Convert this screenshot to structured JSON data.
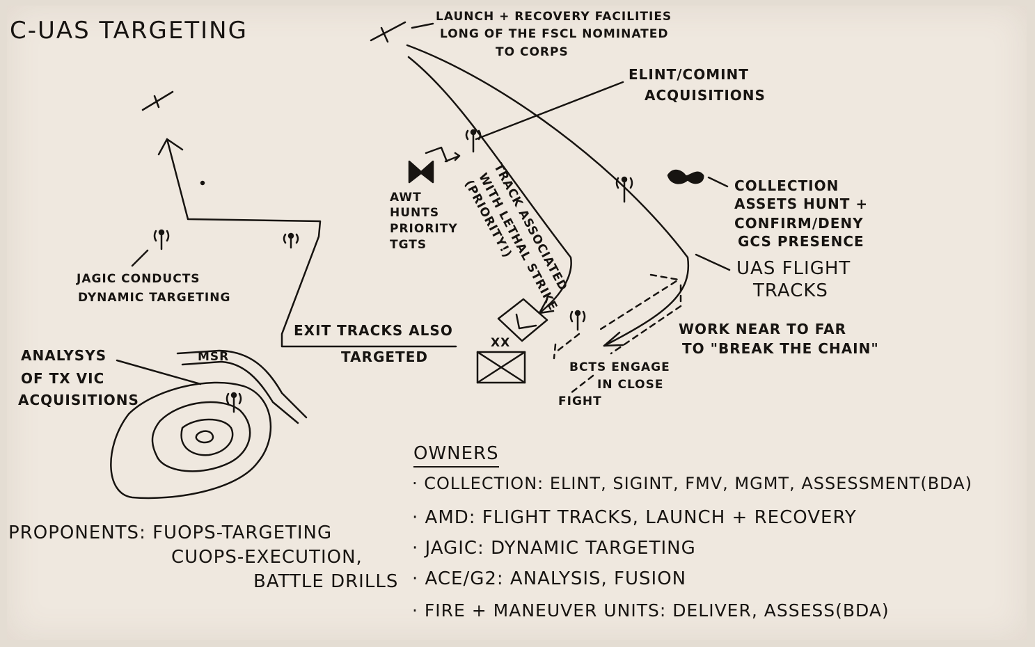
{
  "title": "C-UAS TARGETING",
  "labels": {
    "launch_recovery": [
      "LAUNCH + RECOVERY FACILITIES",
      "LONG OF THE FSCL NOMINATED",
      "TO CORPS"
    ],
    "elint_comint": [
      "ELINT/COMINT",
      "ACQUISITIONS"
    ],
    "awt": [
      "AWT",
      "HUNTS",
      "PRIORITY",
      "TGTs"
    ],
    "track_associated": [
      "TRACK ASSOCIATED",
      "WITH LETHAL STRIKE",
      "(PRIORITY!)"
    ],
    "collection_assets": [
      "COLLECTION",
      "ASSETS HUNT +",
      "CONFIRM/DENY",
      "GCS PRESENCE"
    ],
    "uas_flight_tracks": [
      "UAS FLIGHT",
      "TRACKS"
    ],
    "jagic": [
      "JAGIC CONDUCTS",
      "DYNAMIC TARGETING"
    ],
    "exit_tracks": [
      "EXIT TRACKS ALSO",
      "TARGETED"
    ],
    "work_near_far": [
      "WORK NEAR TO FAR",
      "TO \"BREAK THE CHAIN\""
    ],
    "bcts_engage": [
      "BCTs ENGAGE",
      "IN CLOSE",
      "FIGHT"
    ],
    "analysis": [
      "ANALYSYS",
      "OF TX VIC",
      "ACQUISITIONS"
    ],
    "msr": "MSR",
    "division_symbol": "XX",
    "proponents": [
      "PROPONENTS: FUOPS-TARGETING",
      "CUOPS-EXECUTION,",
      "BATTLE DRILLS"
    ]
  },
  "owners": {
    "heading": "OWNERS",
    "items": [
      "· COLLECTION: ELINT, SIGINT, FMV, MGMT, ASSESSMENT(BDA)",
      "· AMD: FLIGHT TRACKS, LAUNCH + RECOVERY",
      "· JAGIC: DYNAMIC TARGETING",
      "· ACE/G2: ANALYSIS, FUSION",
      "· FIRE + MANEUVER UNITS: DELIVER, ASSESS(BDA)"
    ]
  },
  "icons": [
    "launch-site-icon",
    "antenna-icon",
    "helicopter-icon",
    "aircraft-icon",
    "target-box-icon",
    "division-unit-icon",
    "terrain-contour-icon"
  ],
  "colors": {
    "ink": "#171411",
    "paper": "#efe8df"
  }
}
